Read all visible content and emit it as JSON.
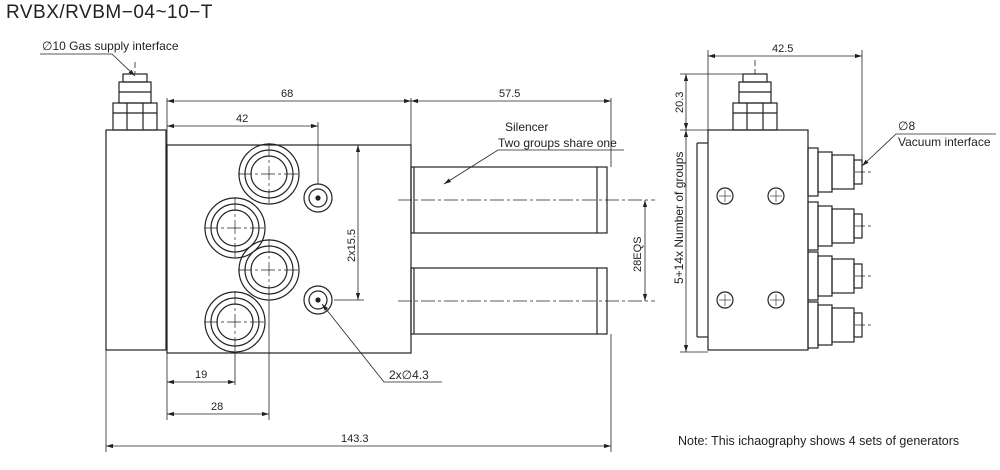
{
  "title": "RVBX/RVBM−04~10−T",
  "labels": {
    "gas_supply": "∅10 Gas supply interface",
    "silencer": "Silencer",
    "silencer_note": "Two groups share one",
    "vacuum_symbol": "∅8",
    "vacuum": "Vacuum interface",
    "hole": "2x∅4.3",
    "groups": "5+14x Number of groups",
    "note": "Note: This ichaography shows 4 sets of generators"
  },
  "dimensions": {
    "d68": "68",
    "d57_5": "57.5",
    "d42": "42",
    "d2x15_5": "2x15.5",
    "d28eqs": "28EQS",
    "d19": "19",
    "d28": "28",
    "d143_3": "143.3",
    "d42_5": "42.5",
    "d20_3": "20.3"
  }
}
